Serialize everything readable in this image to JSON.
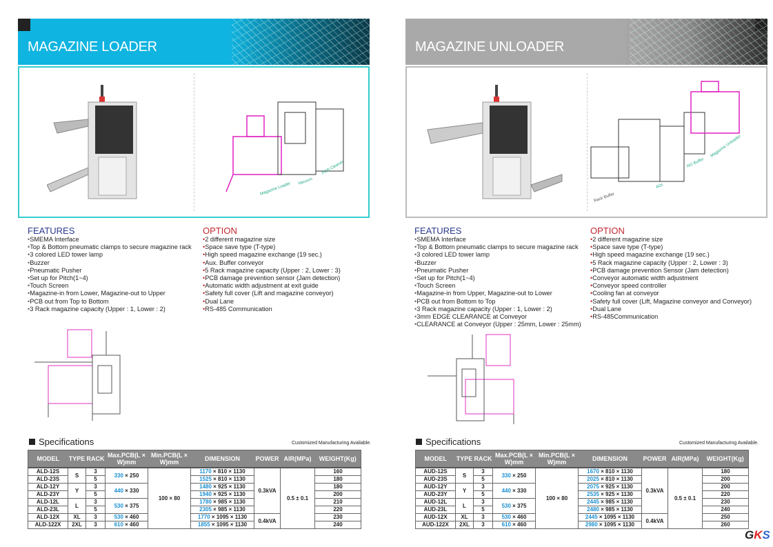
{
  "colors": {
    "loader_accent": "#10b4e0",
    "unloader_accent": "#a9a9a9",
    "feature_heading": "#2b3a8c",
    "option_heading": "#c0282e",
    "pcb_highlight": "#1a8fd0",
    "line_art_magenta": "#e020c0"
  },
  "loader": {
    "title": "MAGAZINE LOADER",
    "image_labels": [
      "Magazine Loader",
      "Vacuum",
      "PCB Cleaner"
    ],
    "features_heading": "FEATURES",
    "features": [
      "SMEMA Interface",
      "Top & Bottom pneumatic clamps to secure magazine rack",
      "3 colored LED tower lamp",
      "Buzzer",
      "Pneumatic Pusher",
      "Set up for Pitch(1~4)",
      "Touch Screen",
      "Magazine-in from Lower, Magazine-out to Upper",
      "PCB out from Top to Bottom",
      "3 Rack magazine capacity (Upper : 1, Lower : 2)"
    ],
    "option_heading": "OPTION",
    "options": [
      "2 different magazine size",
      "Space save type (T-type)",
      "High speed magazine exchange (19 sec.)",
      "Aux. Buffer conveyor",
      "5 Rack magazine capacity (Upper : 2, Lower : 3)",
      "PCB damage prevention sensor (Jam detection)",
      "Automatic width adjustment at exit guide",
      "Safety full cover (Lift and magazine conveyor)",
      "Dual Lane",
      "RS-485 Communication"
    ],
    "spec_title": "Specifications",
    "custom_note": "Customized Manufacturing Available.",
    "headers": [
      "MODEL",
      "TYPE",
      "RACK",
      "Max.PCB(L × W)mm",
      "Min.PCB(L × W)mm",
      "DIMENSION",
      "POWER",
      "AIR(MPa)",
      "WEIGHT(Kg)"
    ],
    "min_pcb": "100 × 80",
    "air": "0.5 ± 0.1",
    "rows": [
      {
        "model": "ALD-12S",
        "type": "S",
        "rack": "3",
        "max_l": "330",
        "max_w": "× 250",
        "dim_l": "1170",
        "dim_rest": "× 810 × 1130",
        "power": "0.3kVA",
        "weight": "160"
      },
      {
        "model": "ALD-23S",
        "type": "S",
        "rack": "5",
        "max_l": "330",
        "max_w": "× 250",
        "dim_l": "1525",
        "dim_rest": "× 810 × 1130",
        "power": "0.3kVA",
        "weight": "180"
      },
      {
        "model": "ALD-12Y",
        "type": "Y",
        "rack": "3",
        "max_l": "440",
        "max_w": "× 330",
        "dim_l": "1480",
        "dim_rest": "× 925 × 1130",
        "power": "0.3kVA",
        "weight": "180"
      },
      {
        "model": "ALD-23Y",
        "type": "Y",
        "rack": "5",
        "max_l": "440",
        "max_w": "× 330",
        "dim_l": "1940",
        "dim_rest": "× 925 × 1130",
        "power": "0.3kVA",
        "weight": "200"
      },
      {
        "model": "ALD-12L",
        "type": "L",
        "rack": "3",
        "max_l": "530",
        "max_w": "× 375",
        "dim_l": "1780",
        "dim_rest": "× 985 × 1130",
        "power": "0.3kVA",
        "weight": "210"
      },
      {
        "model": "ALD-23L",
        "type": "L",
        "rack": "5",
        "max_l": "530",
        "max_w": "× 375",
        "dim_l": "2305",
        "dim_rest": "× 985 × 1130",
        "power": "0.3kVA",
        "weight": "220"
      },
      {
        "model": "ALD-12X",
        "type": "XL",
        "rack": "3",
        "max_l": "530",
        "max_w": "× 460",
        "dim_l": "1770",
        "dim_rest": "× 1095 × 1130",
        "power": "0.4kVA",
        "weight": "230"
      },
      {
        "model": "ALD-122X",
        "type": "2XL",
        "rack": "3",
        "max_l": "610",
        "max_w": "× 460",
        "dim_l": "1855",
        "dim_rest": "× 1095 × 1130",
        "power": "0.4kVA",
        "weight": "240"
      }
    ]
  },
  "unloader": {
    "title": "MAGAZINE UNLOADER",
    "image_labels": [
      "Rack Buffer",
      "AOI",
      "NG Buffer",
      "Magazine Unloader"
    ],
    "features_heading": "FEATURES",
    "features": [
      "SMEMA Interface",
      "Top & Bottom pneumatic clamps to secure magazine rack",
      "3 colored LED tower lamp",
      "Buzzer",
      "Pneumatic Pusher",
      "Set up for Pitch(1~4)",
      "Touch Screen",
      "Magazine-in from Upper, Magazine-out to Lower",
      "PCB out from Bottom to Top",
      "3 Rack magazine capacity (Upper : 1, Lower : 2)",
      "3mm EDGE CLEARANCE at Conveyor",
      "CLEARANCE at Conveyor (Upper : 25mm, Lower : 25mm)"
    ],
    "option_heading": "OPTION",
    "options": [
      "2 different magazine size",
      "Space save type (T-type)",
      "High speed magazine exchange (19 sec.)",
      "5 Rack magazine capacity (Upper : 2, Lower : 3)",
      "PCB damage prevention Sensor (Jam detection)",
      "Conveyor automatic width adjustment",
      "Conveyor speed controller",
      "Cooling fan at conveyor",
      "Safety full cover (Lift, Magazine conveyor and Conveyor)",
      "Dual Lane",
      "RS-485Communication"
    ],
    "spec_title": "Specifications",
    "custom_note": "Customized Manufacturing Available.",
    "headers": [
      "MODEL",
      "TYPE",
      "RACK",
      "Max.PCB(L × W)mm",
      "Min.PCB(L × W)mm",
      "DIMENSION",
      "POWER",
      "AIR(MPa)",
      "WEIGHT(Kg)"
    ],
    "min_pcb": "100 × 80",
    "air": "0.5 ± 0.1",
    "rows": [
      {
        "model": "AUD-12S",
        "type": "S",
        "rack": "3",
        "max_l": "330",
        "max_w": "× 250",
        "dim_l": "1670",
        "dim_rest": "× 810 × 1130",
        "power": "0.3kVA",
        "weight": "180"
      },
      {
        "model": "AUD-23S",
        "type": "S",
        "rack": "5",
        "max_l": "330",
        "max_w": "× 250",
        "dim_l": "2025",
        "dim_rest": "× 810 × 1130",
        "power": "0.3kVA",
        "weight": "200"
      },
      {
        "model": "AUD-12Y",
        "type": "Y",
        "rack": "3",
        "max_l": "440",
        "max_w": "× 330",
        "dim_l": "2075",
        "dim_rest": "× 925 × 1130",
        "power": "0.3kVA",
        "weight": "200"
      },
      {
        "model": "AUD-23Y",
        "type": "Y",
        "rack": "5",
        "max_l": "440",
        "max_w": "× 330",
        "dim_l": "2535",
        "dim_rest": "× 925 × 1130",
        "power": "0.3kVA",
        "weight": "220"
      },
      {
        "model": "AUD-12L",
        "type": "L",
        "rack": "3",
        "max_l": "530",
        "max_w": "× 375",
        "dim_l": "2445",
        "dim_rest": "× 985 × 1130",
        "power": "0.3kVA",
        "weight": "230"
      },
      {
        "model": "AUD-23L",
        "type": "L",
        "rack": "5",
        "max_l": "530",
        "max_w": "× 375",
        "dim_l": "2480",
        "dim_rest": "× 985 × 1130",
        "power": "0.3kVA",
        "weight": "240"
      },
      {
        "model": "AUD-12X",
        "type": "XL",
        "rack": "3",
        "max_l": "530",
        "max_w": "× 460",
        "dim_l": "2445",
        "dim_rest": "× 1095 × 1130",
        "power": "0.4kVA",
        "weight": "250"
      },
      {
        "model": "AUD-122X",
        "type": "2XL",
        "rack": "3",
        "max_l": "610",
        "max_w": "× 460",
        "dim_l": "2980",
        "dim_rest": "× 1095 × 1130",
        "power": "0.4kVA",
        "weight": "260"
      }
    ]
  },
  "logo": {
    "text": "GKS",
    "icon": "gks-logo"
  }
}
